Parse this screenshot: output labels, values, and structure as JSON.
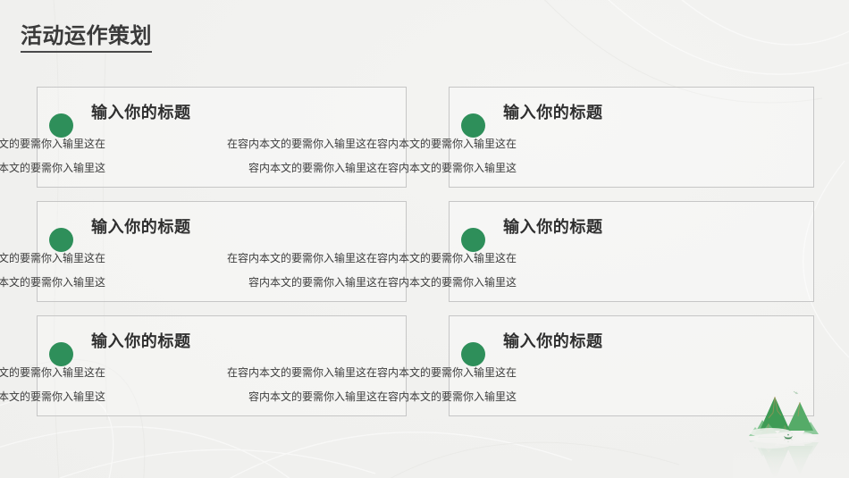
{
  "page_title": "活动运作策划",
  "colors": {
    "background": "#f1f1ef",
    "card_border": "#c6c6c6",
    "accent_green": "#2e8f5a",
    "card_title_text": "#2f2f2f",
    "body_text": "#3d3d3d",
    "main_title_text": "#3a3a3a"
  },
  "cards": [
    {
      "title": "输入你的标题"
    },
    {
      "title": "输入你的标题"
    },
    {
      "title": "输入你的标题"
    },
    {
      "title": "输入你的标题"
    },
    {
      "title": "输入你的标题"
    },
    {
      "title": "输入你的标题"
    }
  ],
  "body_text": {
    "line1_left": "文的要需你入输里这在",
    "line1_mid": "在容内本文的要需你入输里这在容内本文的要需你入输里这在",
    "line2_left": "本文的要需你入输里这",
    "line2_mid": "容内本文的要需你入输里这在容内本文的要需你入输里这"
  },
  "decoration": {
    "mountain_illustration": "green-mountains-with-boat-and-reflection"
  }
}
